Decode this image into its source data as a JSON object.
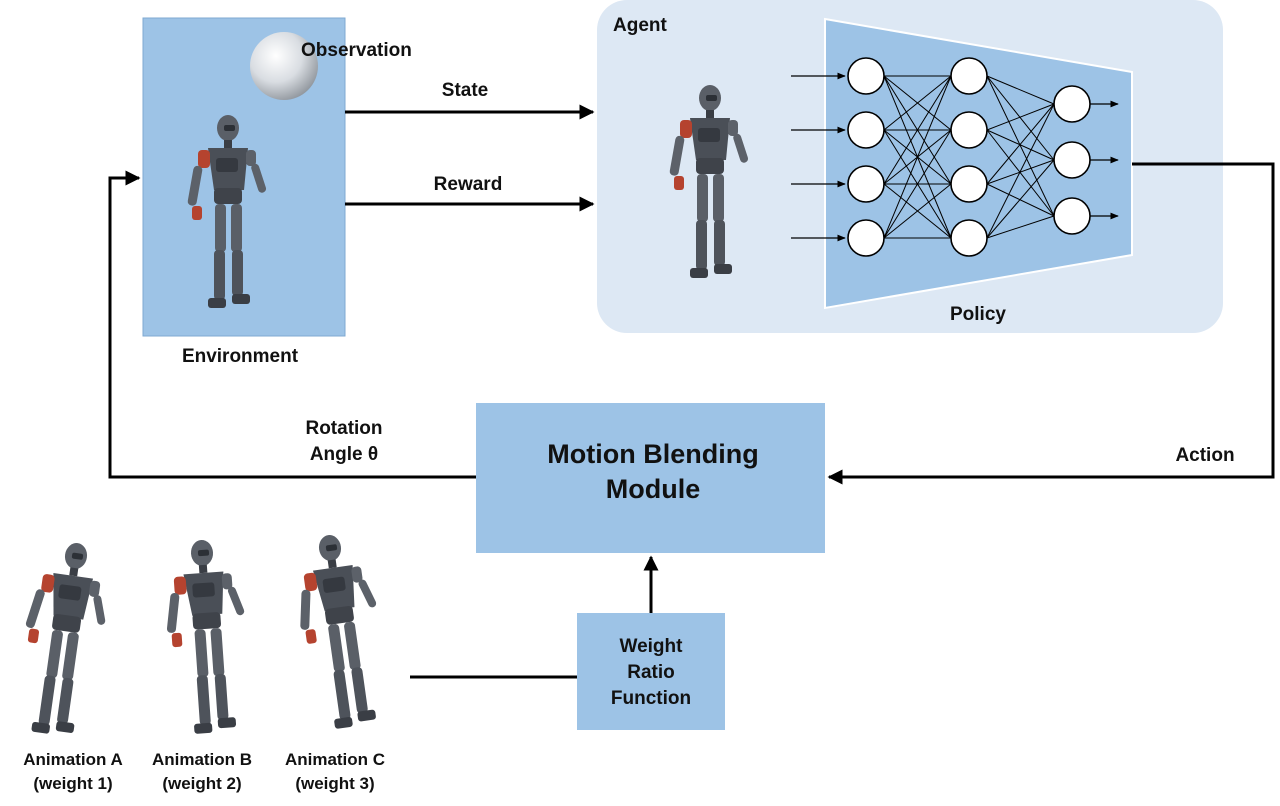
{
  "environment": {
    "label": "Environment",
    "observation_label": "Observation"
  },
  "agent": {
    "label": "Agent",
    "policy_label": "Policy"
  },
  "signals": {
    "state": "State",
    "reward": "Reward",
    "action": "Action",
    "rotation_line1": "Rotation",
    "rotation_line2": "Angle θ"
  },
  "motion_module": {
    "line1": "Motion Blending",
    "line2": "Module"
  },
  "weight_function": {
    "line1": "Weight",
    "line2": "Ratio",
    "line3": "Function"
  },
  "animations": [
    {
      "name": "Animation A",
      "weight": "(weight 1)"
    },
    {
      "name": "Animation B",
      "weight": "(weight 2)"
    },
    {
      "name": "Animation C",
      "weight": "(weight 3)"
    }
  ],
  "colors": {
    "box_blue": "#9dc3e6",
    "agent_panel": "#dde8f4",
    "robot_dark": "#4a4f57",
    "robot_accent": "#b5432f"
  }
}
